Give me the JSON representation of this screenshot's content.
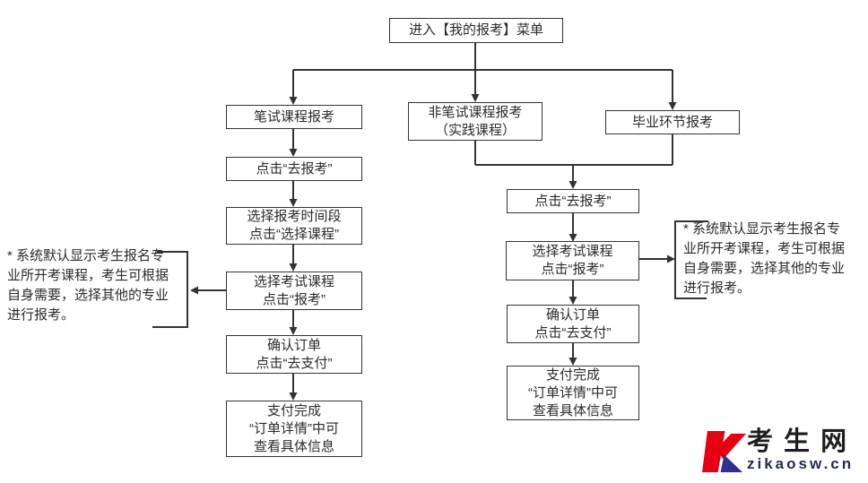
{
  "page": {
    "background": "#ffffff",
    "line_color": "#333333"
  },
  "flowchart": {
    "nodes": {
      "start": {
        "lines": [
          "进入【我的报考】菜单"
        ]
      },
      "written": {
        "lines": [
          "笔试课程报考"
        ]
      },
      "non_written": {
        "lines": [
          "非笔试课程报考",
          "（实践课程）"
        ]
      },
      "graduation": {
        "lines": [
          "毕业环节报考"
        ]
      },
      "w_click_register": {
        "lines": [
          "点击“去报考”"
        ]
      },
      "w_select_period": {
        "lines": [
          "选择报考时间段",
          "点击“选择课程”"
        ]
      },
      "w_select_course": {
        "lines": [
          "选择考试课程",
          "点击“报考”"
        ]
      },
      "w_confirm_order": {
        "lines": [
          "确认订单",
          "点击“去支付”"
        ]
      },
      "w_pay_done": {
        "lines": [
          "支付完成",
          "“订单详情”中可",
          "查看具体信息"
        ]
      },
      "n_click_register": {
        "lines": [
          "点击“去报考”"
        ]
      },
      "n_select_course": {
        "lines": [
          "选择考试课程",
          "点击“报考”"
        ]
      },
      "n_confirm_order": {
        "lines": [
          "确认订单",
          "点击“去支付”"
        ]
      },
      "n_pay_done": {
        "lines": [
          "支付完成",
          "“订单详情”中可",
          "查看具体信息"
        ]
      }
    },
    "notes": {
      "left": {
        "lines": [
          "* 系统默认显示考生报名专",
          "业所开考课程，考生可根据",
          "自身需要，选择其他的专业",
          "进行报考。"
        ]
      },
      "right": {
        "lines": [
          "* 系统默认显示考生报名专",
          "业所开考课程，考生可根据",
          "自身需要，选择其他的专业",
          "进行报考。"
        ]
      }
    }
  },
  "logo": {
    "name": "考 生 网",
    "url": "zikaosw.cn",
    "colors": {
      "k_red": "#e60012",
      "k_blue": "#2e3192",
      "name_color": "#1e1e1e",
      "url_color": "#232c4e"
    }
  }
}
